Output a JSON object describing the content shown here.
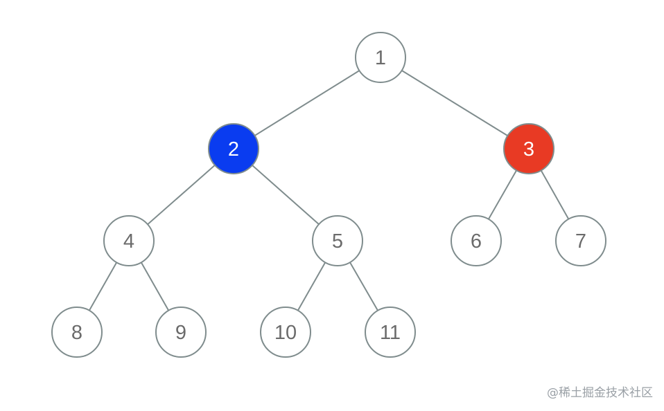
{
  "tree": {
    "nodes": [
      {
        "id": "1",
        "label": "1",
        "parent": null,
        "highlight": null
      },
      {
        "id": "2",
        "label": "2",
        "parent": "1",
        "highlight": "blue"
      },
      {
        "id": "3",
        "label": "3",
        "parent": "1",
        "highlight": "red"
      },
      {
        "id": "4",
        "label": "4",
        "parent": "2",
        "highlight": null
      },
      {
        "id": "5",
        "label": "5",
        "parent": "2",
        "highlight": null
      },
      {
        "id": "6",
        "label": "6",
        "parent": "3",
        "highlight": null
      },
      {
        "id": "7",
        "label": "7",
        "parent": "3",
        "highlight": null
      },
      {
        "id": "8",
        "label": "8",
        "parent": "4",
        "highlight": null
      },
      {
        "id": "9",
        "label": "9",
        "parent": "4",
        "highlight": null
      },
      {
        "id": "10",
        "label": "10",
        "parent": "5",
        "highlight": null
      },
      {
        "id": "11",
        "label": "11",
        "parent": "5",
        "highlight": null
      }
    ]
  },
  "colors": {
    "blue": "#0a3cf0",
    "red": "#e83a24",
    "default_fill": "#ffffff",
    "text": "#6b6b6b",
    "highlight_text": "#ffffff",
    "stroke": "#7f8c8d"
  },
  "watermark": "@稀土掘金技术社区"
}
